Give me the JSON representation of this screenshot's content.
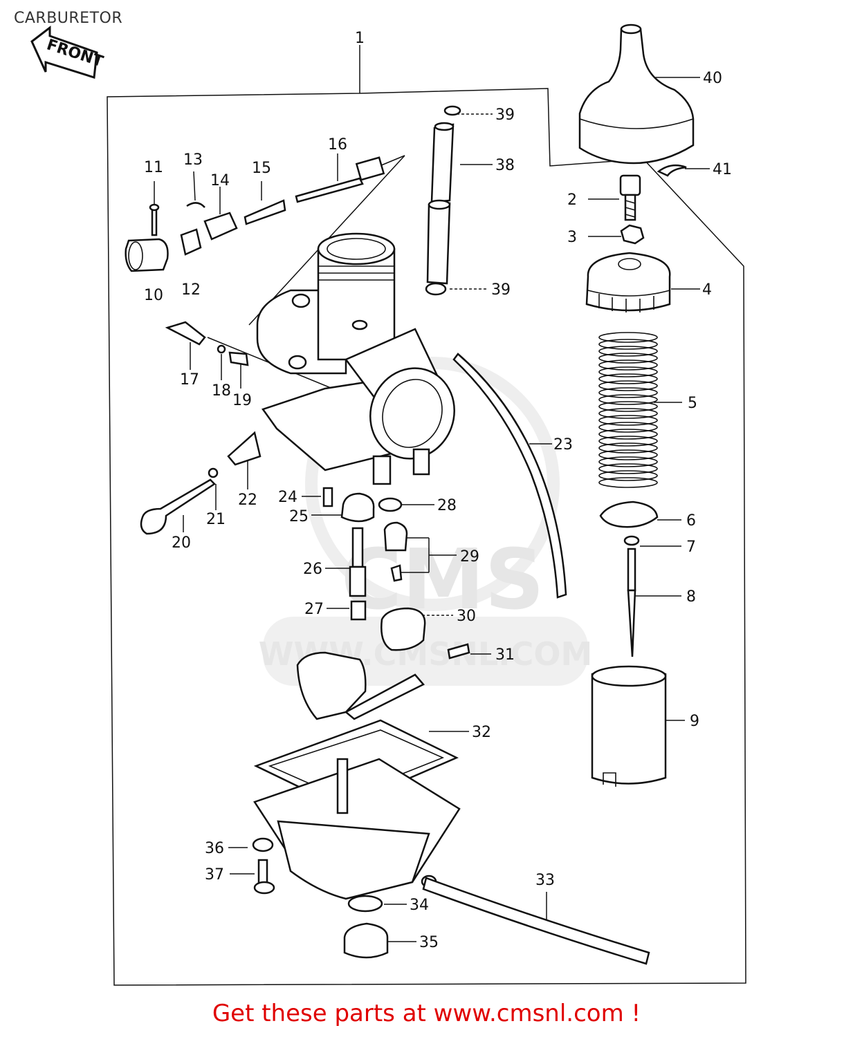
{
  "header": {
    "title": "CARBURETOR"
  },
  "front_arrow": {
    "label": "FRONT"
  },
  "footer": {
    "text": "Get these parts at www.cmsnl.com !"
  },
  "watermark": {
    "text": "WWW.CMSNL.COM",
    "logo": "CMS"
  },
  "callouts": [
    {
      "id": "c1",
      "label": "1"
    },
    {
      "id": "c2",
      "label": "2"
    },
    {
      "id": "c3",
      "label": "3"
    },
    {
      "id": "c4",
      "label": "4"
    },
    {
      "id": "c5",
      "label": "5"
    },
    {
      "id": "c6",
      "label": "6"
    },
    {
      "id": "c7",
      "label": "7"
    },
    {
      "id": "c8",
      "label": "8"
    },
    {
      "id": "c9",
      "label": "9"
    },
    {
      "id": "c10",
      "label": "10"
    },
    {
      "id": "c11",
      "label": "11"
    },
    {
      "id": "c12",
      "label": "12"
    },
    {
      "id": "c13",
      "label": "13"
    },
    {
      "id": "c14",
      "label": "14"
    },
    {
      "id": "c15",
      "label": "15"
    },
    {
      "id": "c16",
      "label": "16"
    },
    {
      "id": "c17",
      "label": "17"
    },
    {
      "id": "c18",
      "label": "18"
    },
    {
      "id": "c19",
      "label": "19"
    },
    {
      "id": "c20",
      "label": "20"
    },
    {
      "id": "c21",
      "label": "21"
    },
    {
      "id": "c22",
      "label": "22"
    },
    {
      "id": "c23",
      "label": "23"
    },
    {
      "id": "c24",
      "label": "24"
    },
    {
      "id": "c25",
      "label": "25"
    },
    {
      "id": "c26",
      "label": "26"
    },
    {
      "id": "c27",
      "label": "27"
    },
    {
      "id": "c28",
      "label": "28"
    },
    {
      "id": "c29",
      "label": "29"
    },
    {
      "id": "c30",
      "label": "30"
    },
    {
      "id": "c31",
      "label": "31"
    },
    {
      "id": "c32",
      "label": "32"
    },
    {
      "id": "c33",
      "label": "33"
    },
    {
      "id": "c34",
      "label": "34"
    },
    {
      "id": "c35",
      "label": "35"
    },
    {
      "id": "c36",
      "label": "36"
    },
    {
      "id": "c37",
      "label": "37"
    },
    {
      "id": "c38",
      "label": "38"
    },
    {
      "id": "c39a",
      "label": "39"
    },
    {
      "id": "c39b",
      "label": "39"
    },
    {
      "id": "c40",
      "label": "40"
    },
    {
      "id": "c41",
      "label": "41"
    }
  ]
}
